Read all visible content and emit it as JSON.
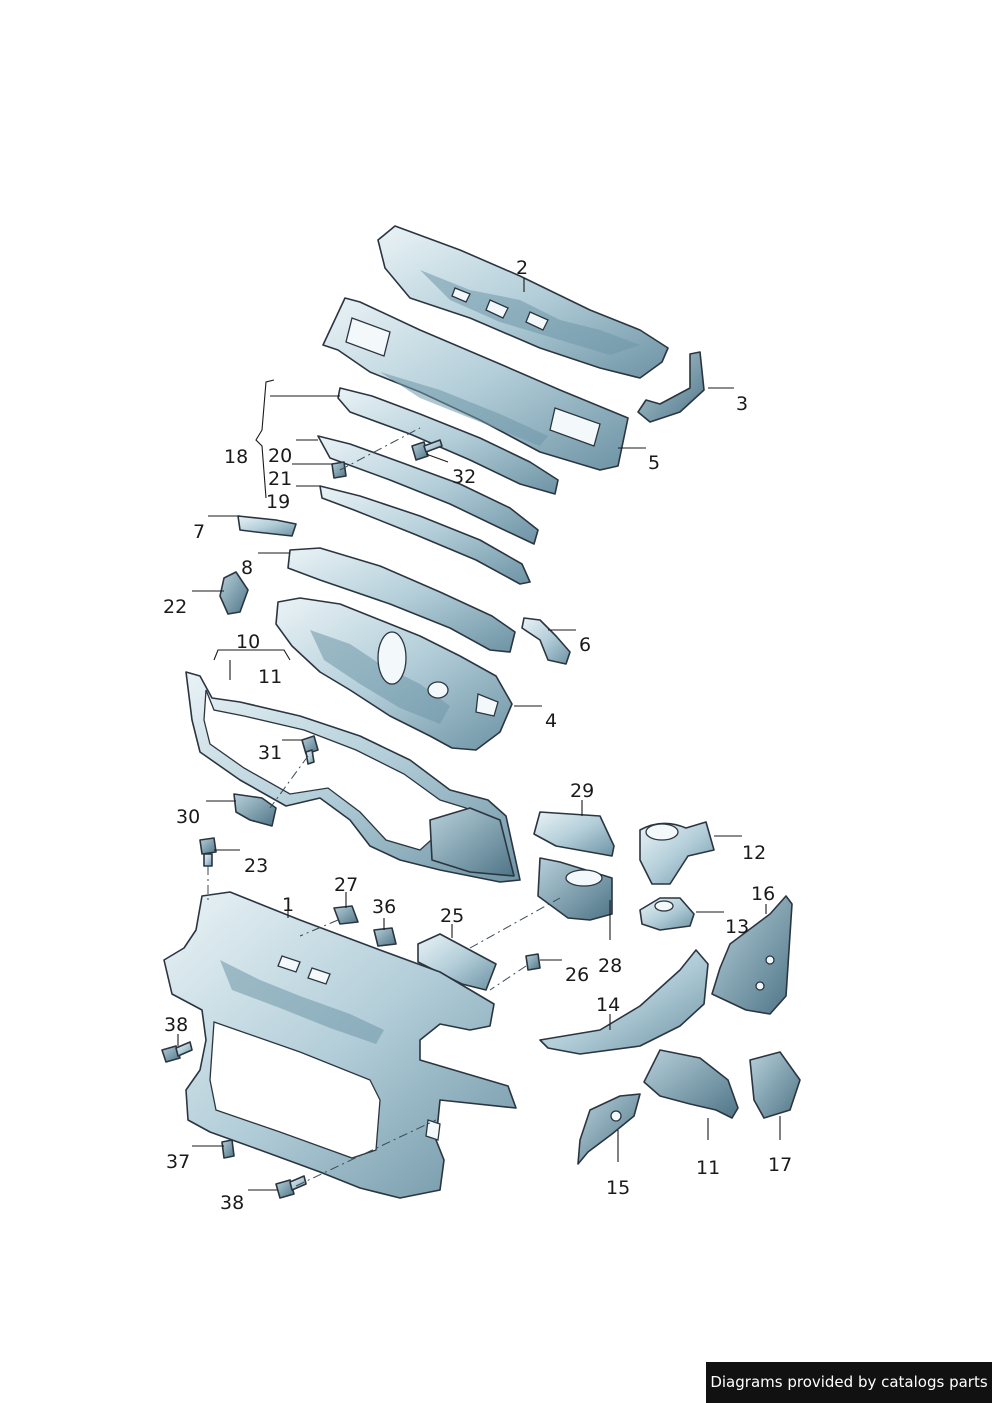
{
  "colors": {
    "part_light": "#e6f0f4",
    "part_mid": "#a9c6d2",
    "part_dark": "#5f889a",
    "outline": "#2b3540",
    "credit_bg": "#111111",
    "credit_text": "#ffffff"
  },
  "labels": {
    "l1": "1",
    "l2": "2",
    "l3": "3",
    "l4": "4",
    "l5": "5",
    "l6": "6",
    "l7": "7",
    "l8": "8",
    "l10": "10",
    "l11a": "11",
    "l11b": "11",
    "l12": "12",
    "l13": "13",
    "l14": "14",
    "l15": "15",
    "l16": "16",
    "l17": "17",
    "l18": "18",
    "l19": "19",
    "l20": "20",
    "l21": "21",
    "l22": "22",
    "l23": "23",
    "l25": "25",
    "l26": "26",
    "l27": "27",
    "l28": "28",
    "l29": "29",
    "l30": "30",
    "l31": "31",
    "l32": "32",
    "l36": "36",
    "l37": "37",
    "l38a": "38",
    "l38b": "38"
  },
  "credit": "Diagrams provided by catalogs parts"
}
